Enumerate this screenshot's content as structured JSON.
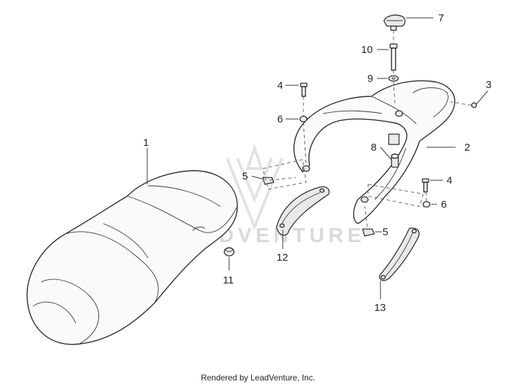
{
  "watermark": {
    "text": "LEADVENTURE"
  },
  "footer": {
    "credit": "Rendered by LeadVenture, Inc."
  },
  "callouts": [
    {
      "id": "seat",
      "number": "1"
    },
    {
      "id": "luggage-rack",
      "number": "2"
    },
    {
      "id": "small-screw",
      "number": "3"
    },
    {
      "id": "bolt-upper",
      "number": "4"
    },
    {
      "id": "clip-nut-left",
      "number": "5"
    },
    {
      "id": "washer-upper",
      "number": "6"
    },
    {
      "id": "knob",
      "number": "7"
    },
    {
      "id": "rubber-bumper",
      "number": "8"
    },
    {
      "id": "flat-washer",
      "number": "9"
    },
    {
      "id": "long-bolt",
      "number": "10"
    },
    {
      "id": "grommet",
      "number": "11"
    },
    {
      "id": "grab-handle-cover",
      "number": "12"
    },
    {
      "id": "trim-strip",
      "number": "13"
    },
    {
      "id": "bolt-lower",
      "number": "4"
    },
    {
      "id": "washer-lower",
      "number": "6"
    },
    {
      "id": "clip-nut-right",
      "number": "5"
    }
  ]
}
